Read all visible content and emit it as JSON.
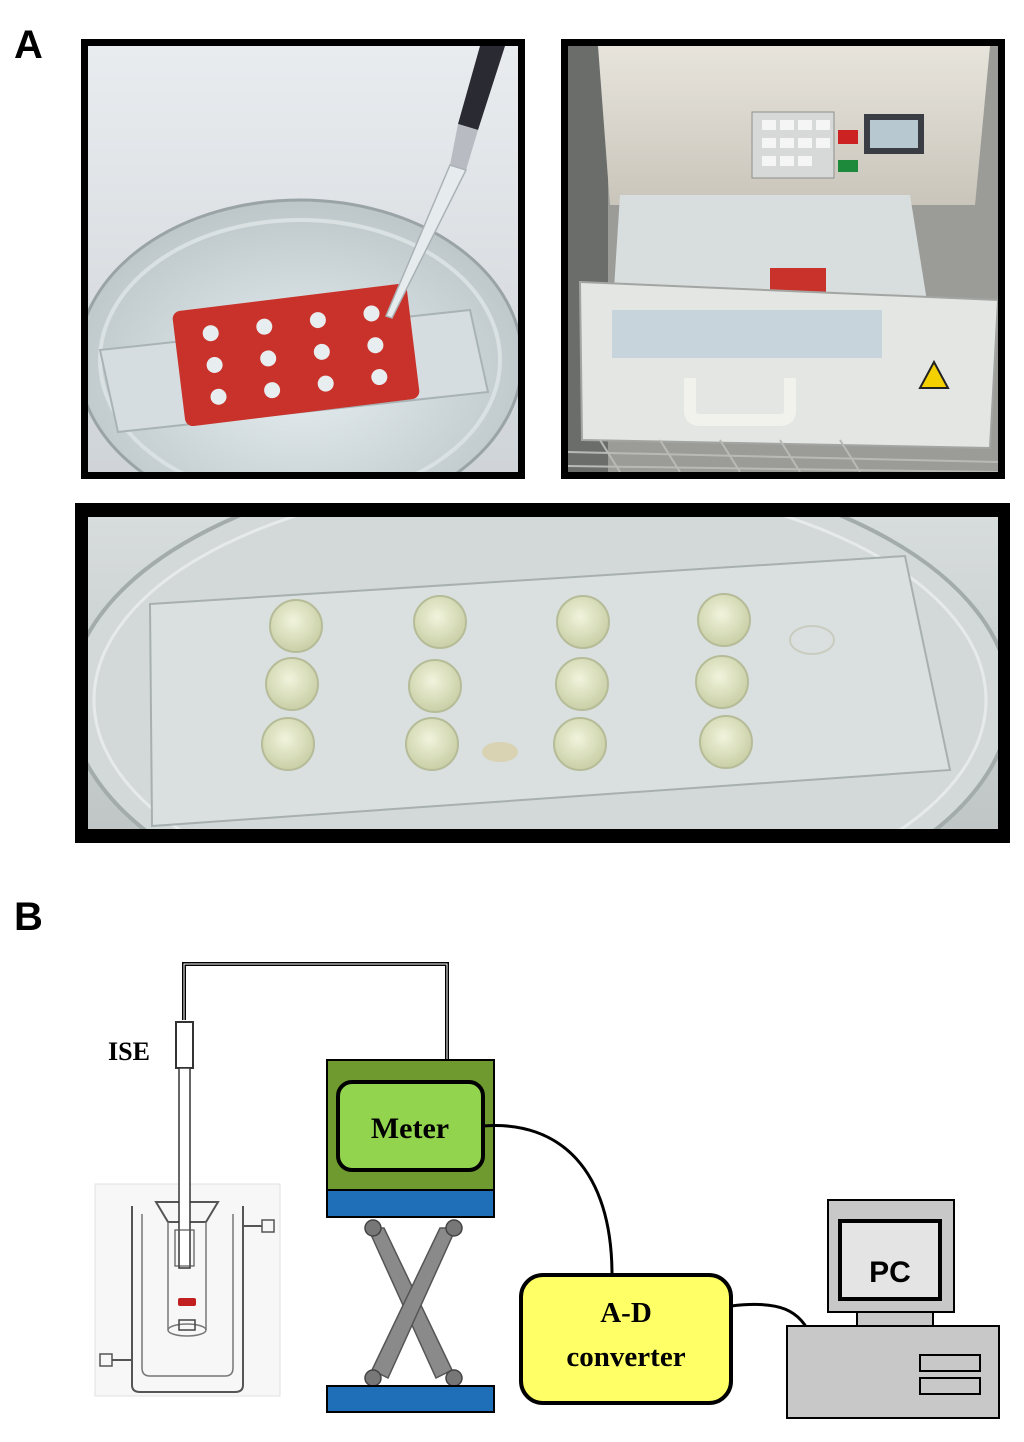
{
  "panels": {
    "a": {
      "letter": "A",
      "photos": [
        {
          "name": "photo-pipetting-mold"
        },
        {
          "name": "photo-uv-crosslinker"
        },
        {
          "name": "photo-hydrogel-discs"
        }
      ]
    },
    "b": {
      "letter": "B",
      "labels": {
        "electrode": "ISE",
        "meter": "Meter",
        "converter_line1": "A-D",
        "converter_line2": "converter",
        "computer": "PC"
      }
    }
  },
  "colors": {
    "mold_red": "#c8322a",
    "meter_dark_green": "#6f9a30",
    "meter_light_green": "#93d44f",
    "stage_blue": "#1f6fb8",
    "converter_yellow": "#ffff66",
    "pc_gray": "#c8c8c8",
    "scissor_gray": "#8a8a8a"
  }
}
